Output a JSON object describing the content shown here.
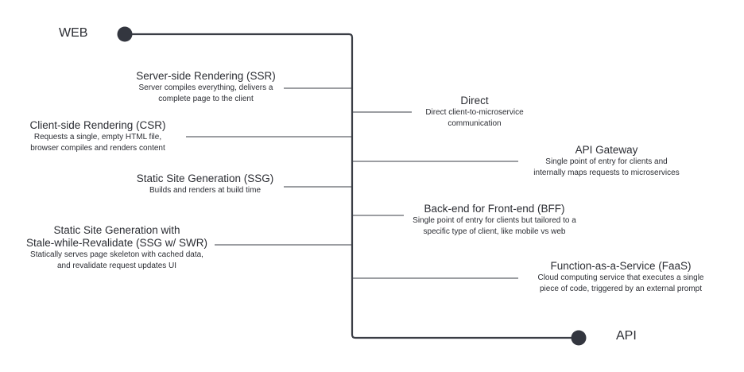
{
  "endpoints": {
    "web": "WEB",
    "api": "API"
  },
  "left_items": [
    {
      "title": "Server-side Rendering (SSR)",
      "description": [
        "Server compiles everything, delivers a",
        "complete page to the client"
      ]
    },
    {
      "title": "Client-side Rendering (CSR)",
      "description": [
        "Requests a single, empty HTML file,",
        "browser compiles and renders content"
      ]
    },
    {
      "title": "Static Site Generation (SSG)",
      "description": [
        "Builds and renders at build time"
      ]
    },
    {
      "title": [
        "Static Site Generation with",
        "Stale-while-Revalidate (SSG w/ SWR)"
      ],
      "description": [
        "Statically serves page skeleton with cached data,",
        "and revalidate request updates UI"
      ]
    }
  ],
  "right_items": [
    {
      "title": "Direct",
      "description": [
        "Direct client-to-microservice",
        "communication"
      ]
    },
    {
      "title": "API Gateway",
      "description": [
        "Single point of entry for clients and",
        "internally maps requests to microservices"
      ]
    },
    {
      "title": "Back-end for Front-end (BFF)",
      "description": [
        "Single point of entry for clients but tailored to a",
        "specific type of client, like mobile vs web"
      ]
    },
    {
      "title": "Function-as-a-Service (FaaS)",
      "description": [
        "Cloud computing service that executes a single",
        "piece of code, triggered by an external prompt"
      ]
    }
  ],
  "colors": {
    "line": "#3a3d45",
    "dot": "#33363f",
    "text": "#2b2d33"
  }
}
